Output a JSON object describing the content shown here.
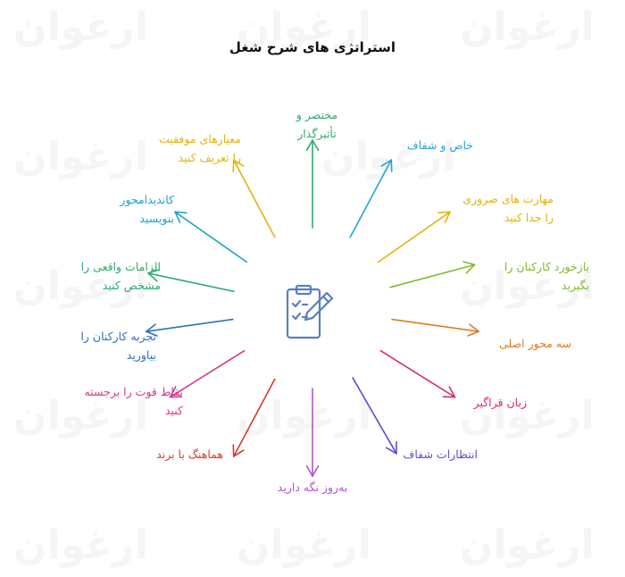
{
  "title": "استراتژی های شرح شغل",
  "watermark": "ارغوان",
  "center_icon": "clipboard-pencil-icon",
  "center_color": "#5b7fbf",
  "items": [
    {
      "lines": [
        "مختصر و",
        "تأثیرگذار"
      ],
      "color": "#2eab6f"
    },
    {
      "lines": [
        "خاص و شفاف"
      ],
      "color": "#25a3d9"
    },
    {
      "lines": [
        "مهارت های ضروری",
        "را جدا کنید"
      ],
      "color": "#e3b20f"
    },
    {
      "lines": [
        "بازخورد کارکنان را",
        "بگیرید"
      ],
      "color": "#86b830"
    },
    {
      "lines": [
        "سه محور اصلی"
      ],
      "color": "#e07a21"
    },
    {
      "lines": [
        "زبان فراگیر"
      ],
      "color": "#db2c68"
    },
    {
      "lines": [
        "انتظارات شفاف"
      ],
      "color": "#5b4fd1"
    },
    {
      "lines": [
        "به‌روز نگه دارید"
      ],
      "color": "#b055c8"
    },
    {
      "lines": [
        "هماهنگ با برند"
      ],
      "color": "#d8392b"
    },
    {
      "lines": [
        "نقاط قوت را برجسته",
        "کنید"
      ],
      "color": "#d6368a"
    },
    {
      "lines": [
        "تجربه کارکنان را",
        "بیاورید"
      ],
      "color": "#2f6fc3"
    },
    {
      "lines": [
        "الزامات واقعی را",
        "مشخص کنید"
      ],
      "color": "#2eab6f"
    },
    {
      "lines": [
        "کاندیدامحور",
        "بنویسید"
      ],
      "color": "#1fa2c8"
    },
    {
      "lines": [
        "معیارهای موفقیت",
        "را تعریف کنید"
      ],
      "color": "#e3b20f"
    }
  ]
}
